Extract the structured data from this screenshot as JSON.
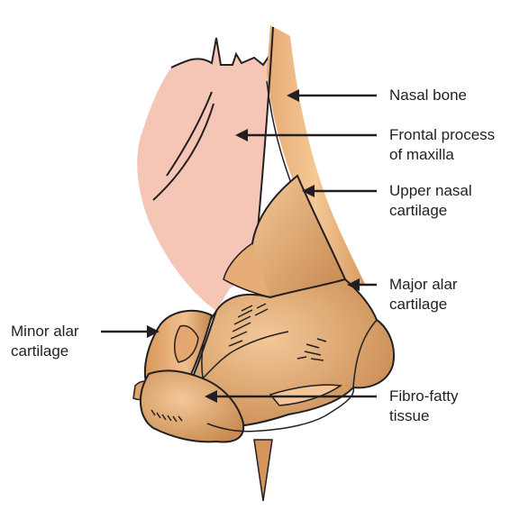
{
  "labels": {
    "nasal_bone": {
      "line1": "Nasal bone"
    },
    "frontal_process": {
      "line1": "Frontal process",
      "line2": "of maxilla"
    },
    "upper_nasal_cartilage": {
      "line1": "Upper nasal",
      "line2": "cartilage"
    },
    "major_alar_cartilage": {
      "line1": "Major alar",
      "line2": "cartilage"
    },
    "minor_alar_cartilage": {
      "line1": "Minor alar",
      "line2": "cartilage"
    },
    "fibro_fatty_tissue": {
      "line1": "Fibro-fatty",
      "line2": "tissue"
    }
  },
  "colors": {
    "maxilla": "#f5c6b6",
    "bone_light": "#f2c190",
    "bone_dark": "#d6955d",
    "cartilage_light": "#efbf8c",
    "cartilage_dark": "#c98a52",
    "outline": "#231f20"
  }
}
